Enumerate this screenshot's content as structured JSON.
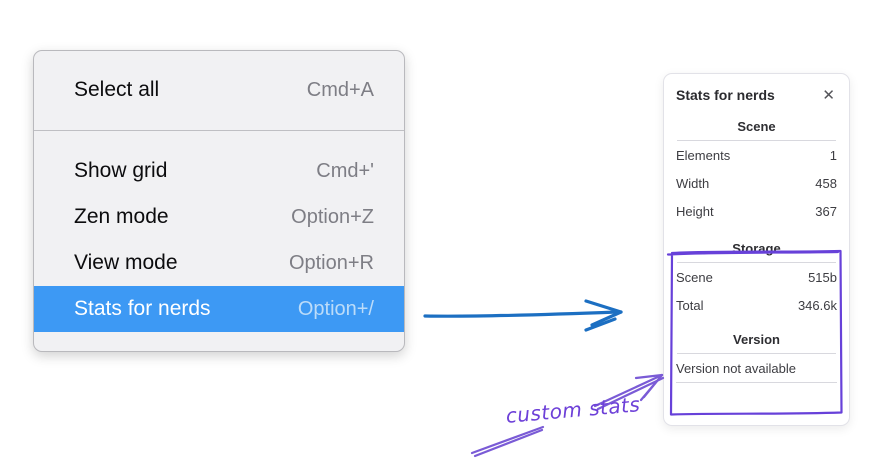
{
  "context_menu": {
    "items": [
      {
        "label": "Select all",
        "shortcut": "Cmd+A",
        "highlighted": false
      },
      {
        "label": "Show grid",
        "shortcut": "Cmd+'",
        "highlighted": false
      },
      {
        "label": "Zen mode",
        "shortcut": "Option+Z",
        "highlighted": false
      },
      {
        "label": "View mode",
        "shortcut": "Option+R",
        "highlighted": false
      },
      {
        "label": "Stats for nerds",
        "shortcut": "Option+/",
        "highlighted": true
      }
    ],
    "highlight_color": "#3d99f4"
  },
  "stats_panel": {
    "title": "Stats for nerds",
    "close_icon": "✕",
    "sections": [
      {
        "header": "Scene",
        "rows": [
          {
            "label": "Elements",
            "value": "1"
          },
          {
            "label": "Width",
            "value": "458"
          },
          {
            "label": "Height",
            "value": "367"
          }
        ]
      },
      {
        "header": "Storage",
        "rows": [
          {
            "label": "Scene",
            "value": "515b"
          },
          {
            "label": "Total",
            "value": "346.6k"
          }
        ]
      },
      {
        "header": "Version",
        "note": "Version not available"
      }
    ]
  },
  "annotation": {
    "label": "custom stats",
    "text_color": "#6d40d8",
    "box_color": "#6741d9",
    "arrow_color": "#7a5bd6"
  },
  "flow_arrow": {
    "color": "#1c6fc2"
  }
}
